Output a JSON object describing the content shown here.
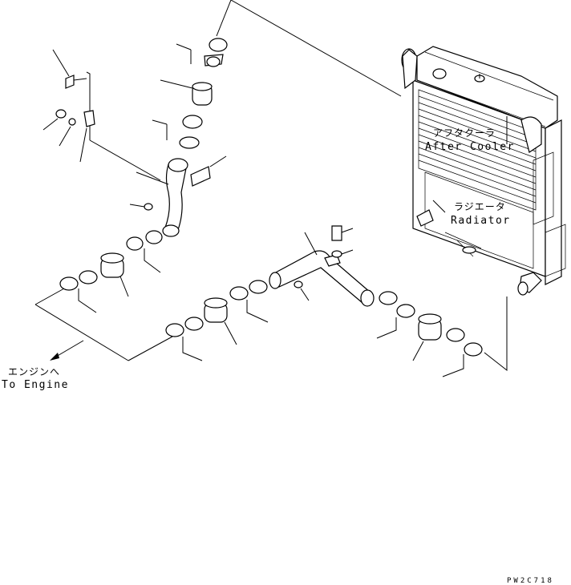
{
  "labels": {
    "after_cooler_jp": "アフタクーラ",
    "after_cooler_en": "After Cooler",
    "radiator_jp": "ラジエータ",
    "radiator_en": "Radiator",
    "to_engine_jp": "エンジンへ",
    "to_engine_en": "To Engine"
  },
  "drawing_code": "PW2C718",
  "colors": {
    "line": "#000000",
    "background": "#ffffff"
  }
}
